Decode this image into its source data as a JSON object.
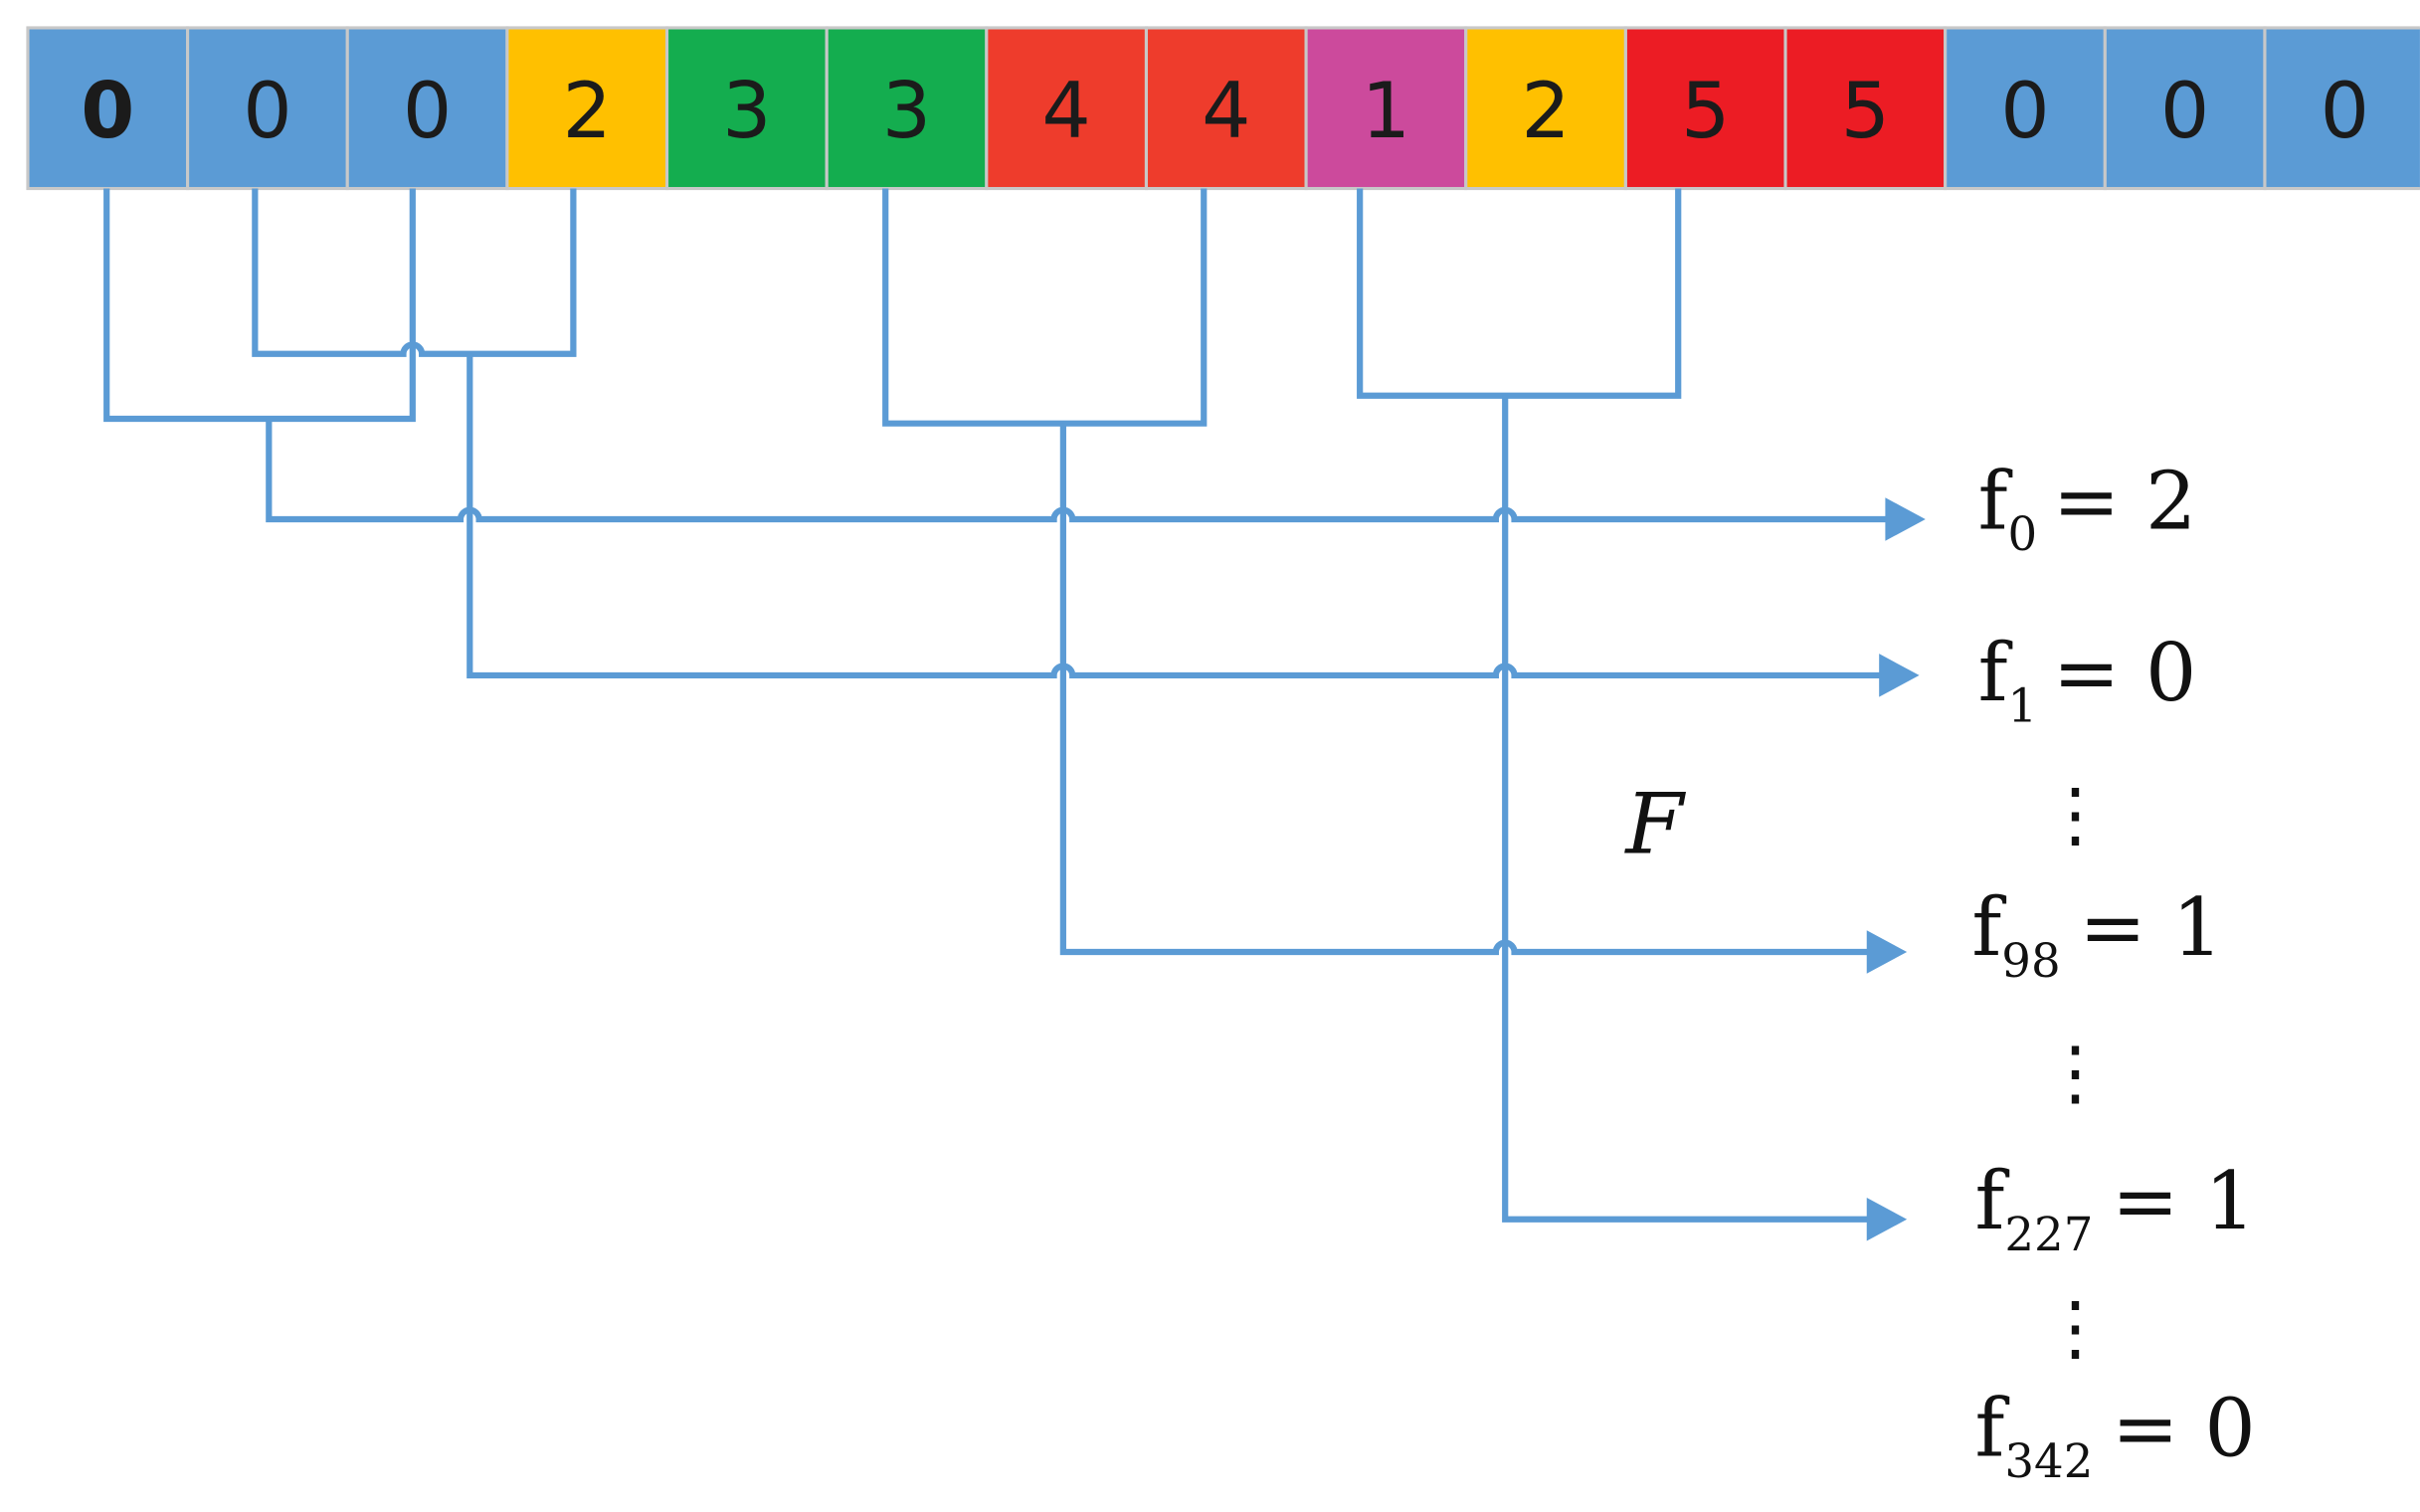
{
  "cells": [
    {
      "value": "0",
      "color": "#5b9bd5",
      "bold": true
    },
    {
      "value": "0",
      "color": "#5b9bd5"
    },
    {
      "value": "0",
      "color": "#5b9bd5"
    },
    {
      "value": "2",
      "color": "#ffc000"
    },
    {
      "value": "3",
      "color": "#14ad4f"
    },
    {
      "value": "3",
      "color": "#14ad4f"
    },
    {
      "value": "4",
      "color": "#ee3c2c"
    },
    {
      "value": "4",
      "color": "#ee3c2c"
    },
    {
      "value": "1",
      "color": "#cc4a9c"
    },
    {
      "value": "2",
      "color": "#ffc000"
    },
    {
      "value": "5",
      "color": "#ec1c24"
    },
    {
      "value": "5",
      "color": "#ec1c24"
    },
    {
      "value": "0",
      "color": "#5b9bd5"
    },
    {
      "value": "0",
      "color": "#5b9bd5"
    },
    {
      "value": "0",
      "color": "#5b9bd5"
    }
  ],
  "features": [
    {
      "name": "f",
      "sub": "0",
      "eq": "= 2"
    },
    {
      "name": "f",
      "sub": "1",
      "eq": "= 0"
    },
    {
      "name": "f",
      "sub": "98",
      "eq": "= 1"
    },
    {
      "name": "f",
      "sub": "227",
      "eq": "= 1"
    },
    {
      "name": "f",
      "sub": "342",
      "eq": "= 0"
    }
  ],
  "ellipsis": "⋮",
  "set_label": "F",
  "colors": {
    "wire": "#5b9bd5",
    "cell_border": "#c8c8c8"
  }
}
